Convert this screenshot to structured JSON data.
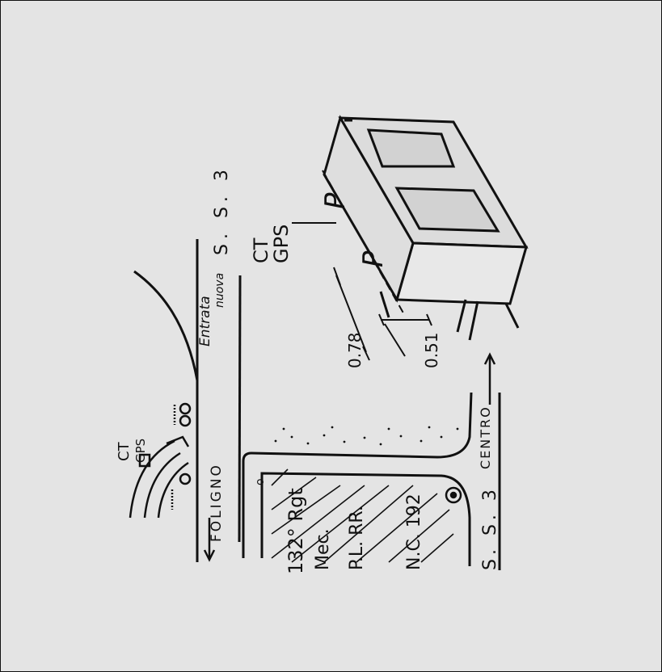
{
  "colors": {
    "paper": "#e4e4e4",
    "ink": "#111111",
    "panel": "#d2d2d2"
  },
  "labels": {
    "road_top": "S. S. 3",
    "road_top_word": "nuova",
    "road_bottom": "S. S. 3",
    "direction_left": "FOLIGNO",
    "direction_right": "CENTRO",
    "entrata": "Entrata",
    "ct_top": "CT",
    "gps_top": "GPS",
    "ct_mid": "CT",
    "gps_mid": "GPS",
    "regiment": "132° Rgt",
    "mec": "Mec.",
    "pl_rr": "P.L. RR.",
    "house_number": "N.C. 192",
    "p_left": "P",
    "p_right": "P",
    "dim_vertical": "0.78",
    "dim_horizontal": "0.51",
    "point_marker": "o"
  }
}
